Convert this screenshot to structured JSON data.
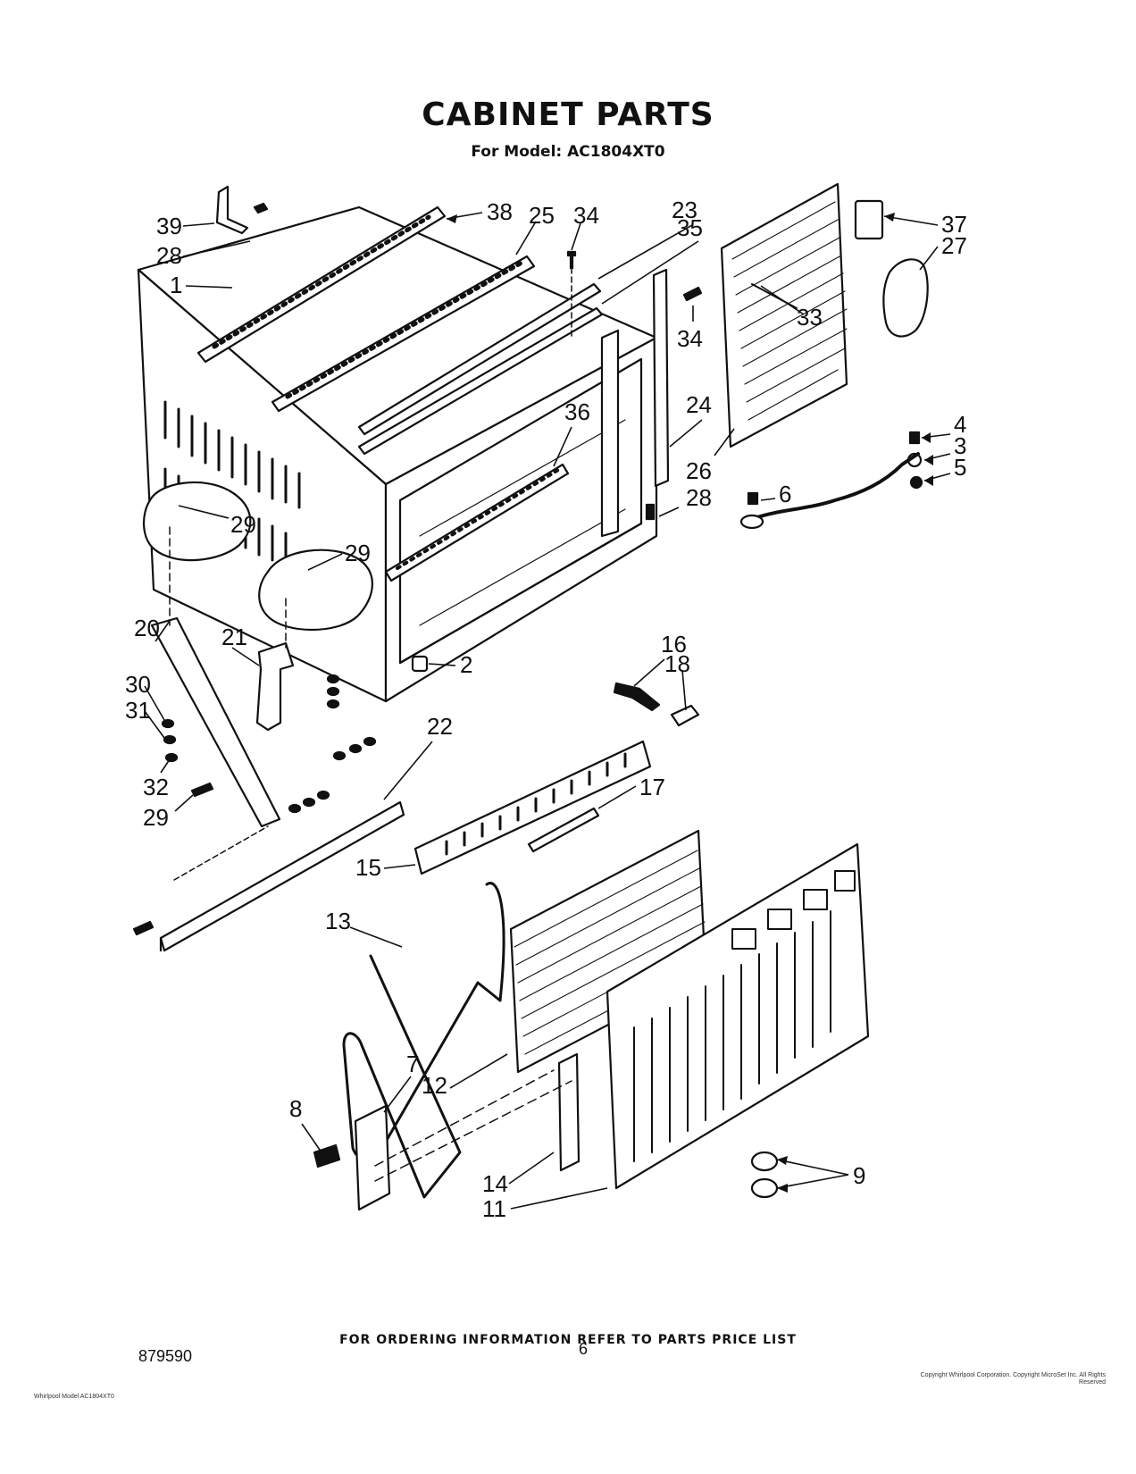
{
  "header": {
    "title": "CABINET PARTS",
    "subtitle": "For Model: AC1804XT0"
  },
  "callouts": [
    {
      "id": "c1",
      "label": "1"
    },
    {
      "id": "c2",
      "label": "2"
    },
    {
      "id": "c3",
      "label": "3"
    },
    {
      "id": "c4",
      "label": "4"
    },
    {
      "id": "c5",
      "label": "5"
    },
    {
      "id": "c6",
      "label": "6"
    },
    {
      "id": "c7",
      "label": "7"
    },
    {
      "id": "c8",
      "label": "8"
    },
    {
      "id": "c9",
      "label": "9"
    },
    {
      "id": "c11",
      "label": "11"
    },
    {
      "id": "c12",
      "label": "12"
    },
    {
      "id": "c13",
      "label": "13"
    },
    {
      "id": "c14",
      "label": "14"
    },
    {
      "id": "c15",
      "label": "15"
    },
    {
      "id": "c16",
      "label": "16"
    },
    {
      "id": "c17",
      "label": "17"
    },
    {
      "id": "c18",
      "label": "18"
    },
    {
      "id": "c20",
      "label": "20"
    },
    {
      "id": "c21",
      "label": "21"
    },
    {
      "id": "c22",
      "label": "22"
    },
    {
      "id": "c23",
      "label": "23"
    },
    {
      "id": "c24",
      "label": "24"
    },
    {
      "id": "c25",
      "label": "25"
    },
    {
      "id": "c26",
      "label": "26"
    },
    {
      "id": "c27",
      "label": "27"
    },
    {
      "id": "c28a",
      "label": "28"
    },
    {
      "id": "c28b",
      "label": "28"
    },
    {
      "id": "c29a",
      "label": "29"
    },
    {
      "id": "c29b",
      "label": "29"
    },
    {
      "id": "c29c",
      "label": "29"
    },
    {
      "id": "c30",
      "label": "30"
    },
    {
      "id": "c31",
      "label": "31"
    },
    {
      "id": "c32",
      "label": "32"
    },
    {
      "id": "c33",
      "label": "33"
    },
    {
      "id": "c34a",
      "label": "34"
    },
    {
      "id": "c34b",
      "label": "34"
    },
    {
      "id": "c35",
      "label": "35"
    },
    {
      "id": "c36",
      "label": "36"
    },
    {
      "id": "c37",
      "label": "37"
    },
    {
      "id": "c38",
      "label": "38"
    },
    {
      "id": "c39",
      "label": "39"
    }
  ],
  "footer": {
    "ordering_note": "FOR ORDERING INFORMATION REFER TO PARTS PRICE LIST",
    "doc_number": "879590",
    "page_number": "6",
    "left_fine_print": "Whirlpool Model AC1804XT0",
    "right_fine_print": "Copyright Whirlpool Corporation. Copyright MicroSet Inc. All Rights Reserved"
  }
}
